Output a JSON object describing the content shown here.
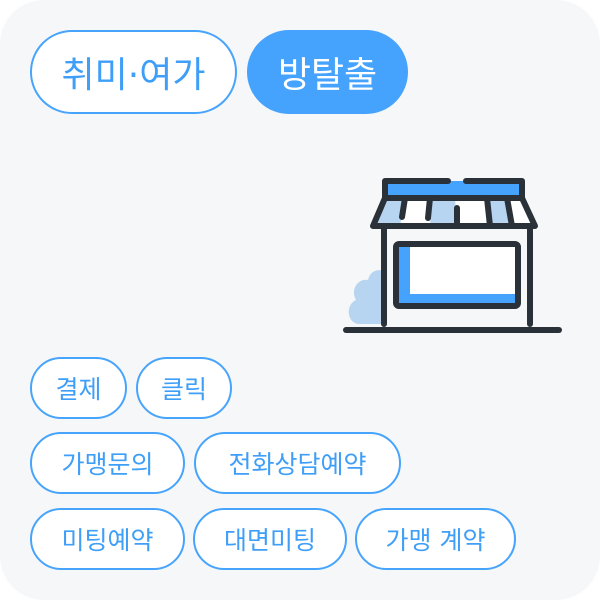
{
  "categories": [
    {
      "label": "취미·여가",
      "selected": false
    },
    {
      "label": "방탈출",
      "selected": true
    }
  ],
  "illustration": {
    "icon": "storefront-icon"
  },
  "tags": [
    {
      "label": "결제"
    },
    {
      "label": "클릭"
    },
    {
      "label": "가맹문의"
    },
    {
      "label": "전화상담예약"
    },
    {
      "label": "미팅예약"
    },
    {
      "label": "대면미팅"
    },
    {
      "label": "가맹 계약"
    }
  ],
  "colors": {
    "accent": "#45a3fd",
    "accent_light": "#b7d5f1",
    "outline_text": "#3e9ef8",
    "stroke_dark": "#2b3138",
    "card_bg": "#f6f7f9"
  }
}
